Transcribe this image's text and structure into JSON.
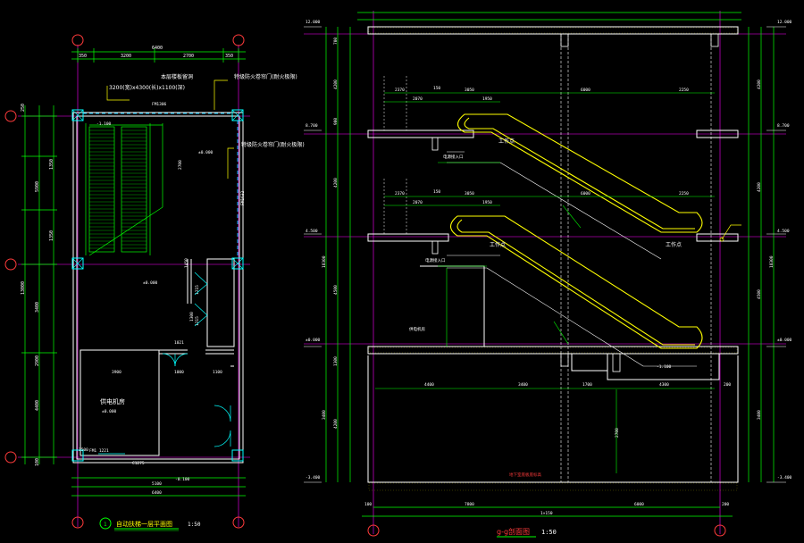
{
  "colors": {
    "bg": "#000000",
    "wall": "#ffffff",
    "dim": "#00ff00",
    "accent": "#ffff00",
    "grid": "#ff3b3b",
    "axis": "#ff00ff",
    "cyan": "#00ffff",
    "dash": "#00c8ff"
  },
  "plan": {
    "title": "自动扶梯一层平面图",
    "scale": "1:50",
    "axis_marker": "1",
    "top_dims": [
      "6400",
      "350",
      "3200",
      "2700",
      "350"
    ],
    "left_dims": [
      "250",
      "5900",
      "1350",
      "13000",
      "3400",
      "2900",
      "4400",
      "100"
    ],
    "inner_dims": [
      "1350",
      "3900",
      "2700",
      "1450",
      "1500",
      "1300",
      "1100",
      "1000"
    ],
    "bottom_dims": [
      "6400",
      "C1275",
      "FM1  1221",
      "5100"
    ],
    "notes": {
      "steel_tube": "本层楼板留洞",
      "hole_size": "3200(宽)x4300(长)x1100(深)",
      "fire_door_1": "特级防火卷帘门(耐火极限)",
      "fire_door_2": "特级防火卷帘门(耐火极限)",
      "fm": "FM1306",
      "fm2": "FM1632",
      "elev_1": "-1.100",
      "elev_2": "±0.000",
      "elev_3": "±0.000",
      "elev_4": "-0.100",
      "door_a": "1021",
      "door_b": "1215",
      "door_c": "1215"
    },
    "room_name": "供电机房",
    "room_elev": "±0.000"
  },
  "section": {
    "title": "g-g剖面图",
    "scale": "1:50",
    "bottom_note": "地下室底板底标高",
    "levels_left": [
      "12.000",
      "8.700",
      "4.500",
      "±0.000",
      "-3.400"
    ],
    "levels_right": [
      "12.000",
      "8.700",
      "4.500",
      "±0.000",
      "-3.400"
    ],
    "left_dims": [
      "700",
      "4200",
      "900",
      "4500",
      "1300",
      "4200",
      "4700",
      "3400",
      "2400",
      "18300"
    ],
    "right_dims": [
      "4200",
      "4200",
      "4500",
      "3400",
      "18300"
    ],
    "floor3_dims": [
      "2370",
      "150",
      "2070",
      "3050",
      "1950",
      "6000",
      "2250"
    ],
    "floor2_dims": [
      "2370",
      "150",
      "2070",
      "3050",
      "1950",
      "6000",
      "2250"
    ],
    "floor1_dims": [
      "4400",
      "3400",
      "1700",
      "4300",
      "200"
    ],
    "bottom_dims": [
      "100",
      "7800",
      "6000",
      "200",
      "1×150"
    ],
    "labels": {
      "work_point_1": "工作点",
      "work_point_2": "工作点",
      "work_point_3": "工作点",
      "power_in_1": "电源接入口",
      "power_in_2": "电源接入口",
      "machine_room": "供电机房",
      "elev_low": "-1.100",
      "truss": "2700"
    }
  }
}
